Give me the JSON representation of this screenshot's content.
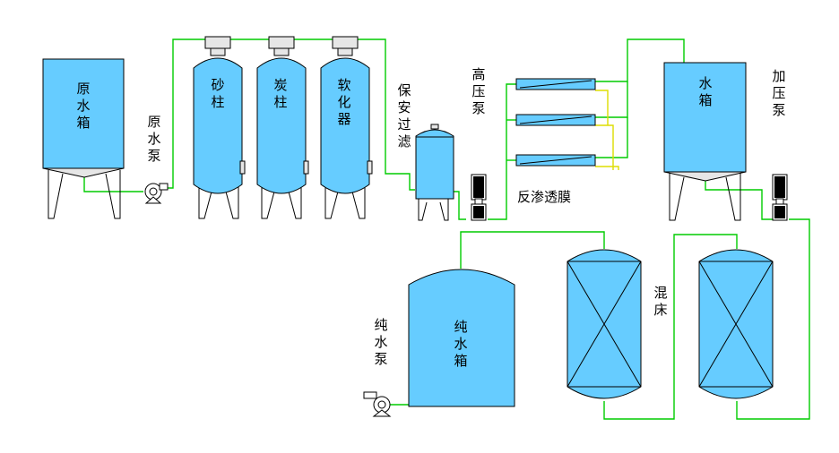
{
  "labels": {
    "raw_tank": "原水箱",
    "raw_pump": "原水泵",
    "sand": "砂柱",
    "carbon": "炭柱",
    "softener": "软化器",
    "security_filter": "保安过滤",
    "hp_pump": "高压泵",
    "ro_membrane": "反渗透膜",
    "water_tank": "水箱",
    "booster_pump": "加压泵",
    "pure_tank": "纯水箱",
    "pure_pump": "纯水泵",
    "mixed_bed": "混床"
  },
  "colors": {
    "vessel": "#66ccff",
    "pipe": "#00cc00",
    "drain": "#dddd00",
    "outline": "#000000",
    "cap": "#e6e6e6"
  }
}
